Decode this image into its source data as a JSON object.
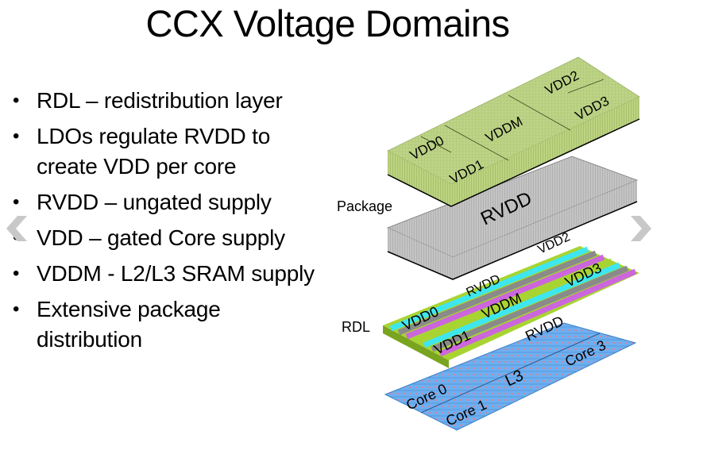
{
  "slide": {
    "title": "CCX Voltage Domains",
    "bullets": [
      {
        "text": "RDL – redistribution layer"
      },
      {
        "text": "LDOs regulate RVDD to create VDD per core"
      },
      {
        "text": "RVDD – ungated supply"
      },
      {
        "text": "VDD – gated Core supply"
      },
      {
        "text": "VDDM - L2/L3 SRAM supply"
      },
      {
        "text": "Extensive package distribution"
      }
    ],
    "bullet_glyph": "•"
  },
  "navigation": {
    "prev_icon": "chevron-left-icon",
    "next_icon": "chevron-right-icon"
  },
  "diagram": {
    "layer_labels": {
      "package": "Package",
      "rdl": "RDL"
    },
    "top_plate": {
      "domains": [
        "VDD0",
        "VDD1",
        "VDDM",
        "VDD2",
        "VDD3"
      ],
      "color": "#b5cc7a"
    },
    "package_plate": {
      "label": "RVDD",
      "color": "#b0b0b0"
    },
    "rdl_layer": {
      "labels": [
        "VDD0",
        "VDD1",
        "VDDM",
        "VDD2",
        "VDD3",
        "RVDD",
        "RVDD"
      ],
      "colors": {
        "green": "#a8d432",
        "cyan": "#3ee6ee",
        "magenta": "#cc66dd",
        "gray": "#8a8a8a"
      }
    },
    "die": {
      "labels": [
        "Core 0",
        "Core 1",
        "L3",
        "Core 3"
      ],
      "color": "#6aaef0"
    }
  }
}
